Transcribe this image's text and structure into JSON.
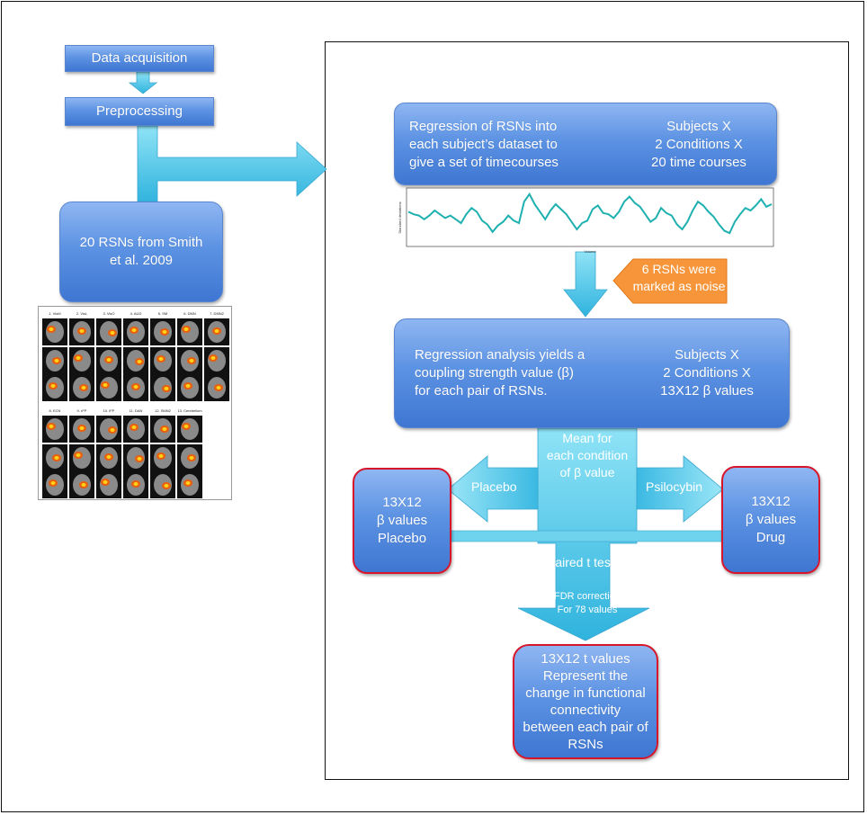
{
  "steps": {
    "data_acquisition": "Data acquisition",
    "preprocessing": "Preprocessing",
    "rsns_source": [
      "20 RSNs from Smith",
      "et al. 2009"
    ],
    "regression_rsns_left": [
      "Regression of RSNs into",
      "each  subject’s dataset to",
      "give a set of timecourses"
    ],
    "regression_rsns_right": [
      "Subjects  X",
      "2 Conditions X",
      "20 time courses"
    ],
    "noise_note": [
      "6 RSNs were",
      "marked as noise"
    ],
    "regression_analysis_left": [
      "Regression analysis yields a",
      "coupling strength value  (β)",
      "for each pair of RSNs."
    ],
    "regression_analysis_right": [
      "Subjects  X",
      "2 Conditions X",
      "13X12  β values"
    ],
    "mean_label": [
      "Mean for",
      "each condition",
      "of β value"
    ],
    "placebo_arrow": "Placebo",
    "psilocybin_arrow": "Psilocybin",
    "placebo_box": [
      "13X12",
      "β values",
      "Placebo"
    ],
    "drug_box": [
      "13X12",
      "β values",
      "Drug"
    ],
    "paired_t_test": "Paired t test",
    "fdr_correction": [
      "FDR correction",
      "For 78 values"
    ],
    "result_box": [
      "13X12 t values",
      "Represent the",
      "change in functional",
      "connectivity",
      "between each pair of",
      "RSNs"
    ]
  },
  "rsn_map_labels_row1": [
    "1. VisM",
    "2. VisL",
    "3. VisO",
    "4. AUD",
    "5. SM",
    "6. DMN",
    "7. DMN2"
  ],
  "rsn_map_labels_row2": [
    "8. ECN",
    "9. rFP",
    "10. lFP",
    "11. DAN",
    "12. SMN2",
    "13. Cerebellum"
  ],
  "timecourse": {
    "ylabel": "Standard deviations",
    "xlabel": "Volume",
    "values": [
      0.2,
      0.1,
      0.05,
      -0.1,
      0.05,
      0.25,
      0.1,
      -0.05,
      0.05,
      -0.1,
      -0.25,
      0.1,
      0.35,
      0.2,
      -0.15,
      -0.3,
      -0.6,
      -0.35,
      -0.2,
      0.05,
      -0.15,
      -0.25,
      0.6,
      0.9,
      0.5,
      0.2,
      -0.1,
      0.25,
      0.5,
      0.3,
      0.1,
      -0.2,
      -0.5,
      -0.25,
      -0.15,
      0.3,
      0.45,
      0.15,
      0.1,
      -0.05,
      0.2,
      0.6,
      0.8,
      0.55,
      0.4,
      0.1,
      -0.2,
      -0.05,
      0.35,
      0.15,
      0.05,
      -0.3,
      -0.5,
      -0.2,
      0.25,
      0.6,
      0.45,
      0.2,
      0.0,
      -0.3,
      -0.55,
      -0.65,
      -0.2,
      0.1,
      0.35,
      0.25,
      0.45,
      0.7,
      0.4,
      0.5
    ]
  },
  "colors": {
    "box_top": "#8fb6f2",
    "box_bottom": "#3e76d2",
    "arrow_cyan": "#55cbe8",
    "noise_orange": "#f7953a",
    "result_border": "#d8162b",
    "timecourse_line": "#1fb0b0"
  }
}
